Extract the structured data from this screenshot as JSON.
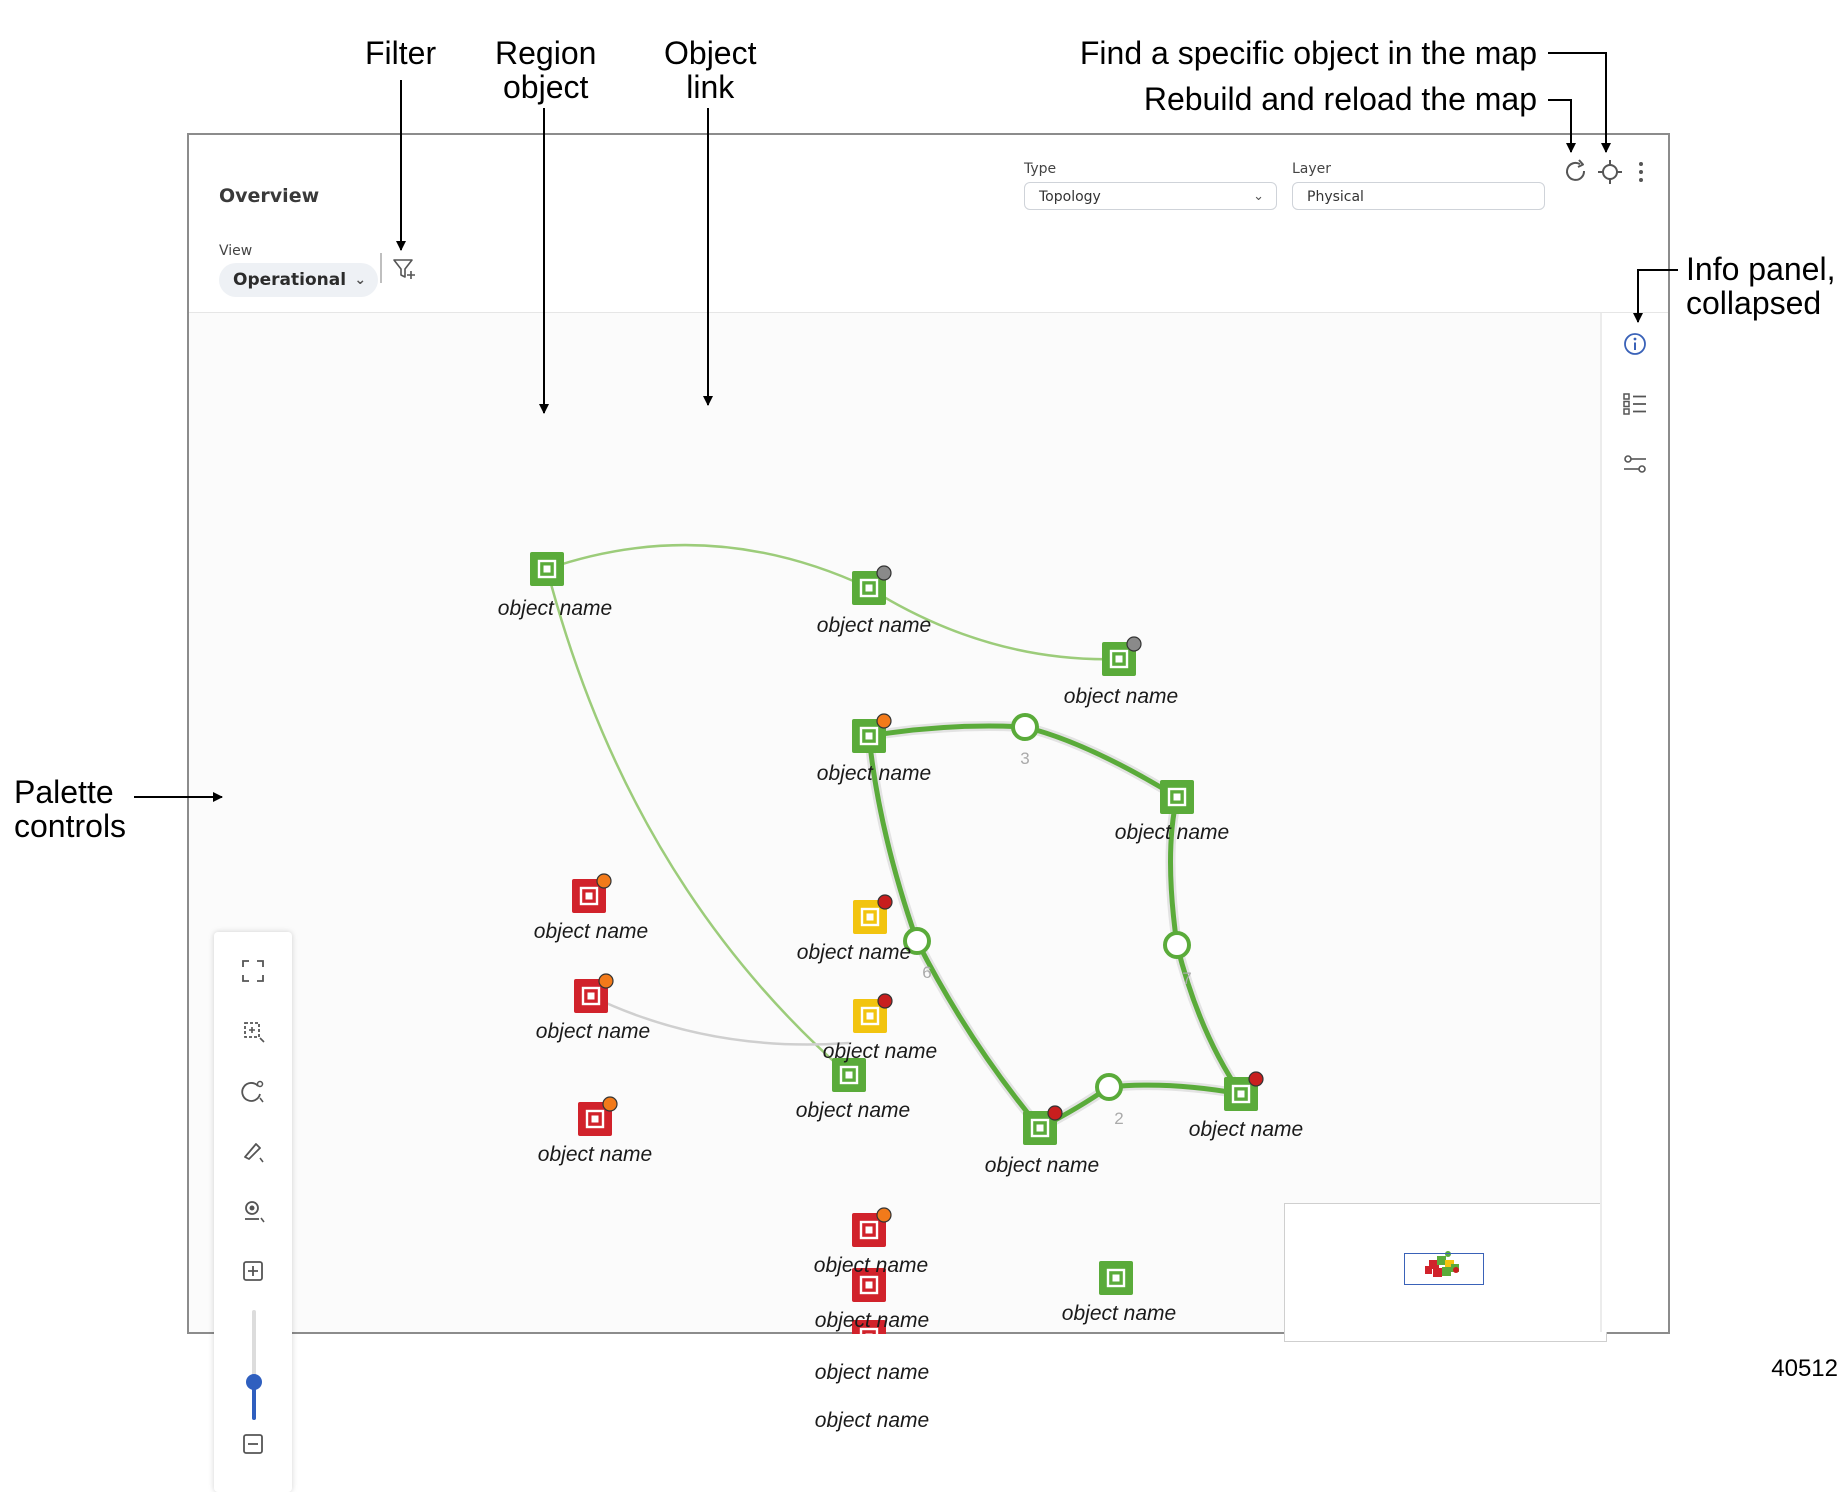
{
  "callouts": {
    "filter": "Filter",
    "region_object": "Region\nobject",
    "object_link": "Object\nlink",
    "find_object": "Find a specific object in the map",
    "rebuild": "Rebuild and reload the map",
    "info_panel": "Info panel,\ncollapsed",
    "palette_controls": "Palette\ncontrols"
  },
  "figure_id": "40512",
  "header": {
    "title": "Overview",
    "view_label": "View",
    "view_value": "Operational",
    "type_label": "Type",
    "type_value": "Topology",
    "layer_label": "Layer",
    "layer_value": "Physical"
  },
  "icons": {
    "top": [
      "refresh-icon",
      "locate-crosshair-icon",
      "more-vertical-icon"
    ],
    "side": [
      "info-icon",
      "list-icon",
      "settings-sliders-icon"
    ],
    "palette": [
      "fit-screen-icon",
      "select-region-icon",
      "lasso-select-icon",
      "edit-link-icon",
      "pin-location-icon",
      "zoom-in-icon",
      "zoom-out-icon"
    ]
  },
  "colors": {
    "ok": "#5aab3a",
    "critical": "#d1222b",
    "warning": "#f2c40f",
    "badge_orange": "#f27a1a",
    "badge_red": "#c81e1e",
    "badge_gray": "#8a8a8a",
    "accent_blue": "#2f5fbf"
  },
  "map": {
    "nodes": [
      {
        "label": "object name",
        "status": "green",
        "badge": "none"
      },
      {
        "label": "object name",
        "status": "green",
        "badge": "gray"
      },
      {
        "label": "object name",
        "status": "green",
        "badge": "gray"
      },
      {
        "label": "object name",
        "status": "green",
        "badge": "orange"
      },
      {
        "label": "object name",
        "status": "green",
        "badge": "none"
      },
      {
        "label": "object name",
        "status": "red",
        "badge": "orange"
      },
      {
        "label": "object name",
        "status": "red",
        "badge": "orange"
      },
      {
        "label": "object name",
        "status": "red",
        "badge": "orange"
      },
      {
        "label": "object name",
        "status": "yellow",
        "badge": "red"
      },
      {
        "label": "object name",
        "status": "yellow",
        "badge": "red"
      },
      {
        "label": "object name",
        "status": "green",
        "badge": "none"
      },
      {
        "label": "object name",
        "status": "green",
        "badge": "red"
      },
      {
        "label": "object name",
        "status": "green",
        "badge": "red"
      },
      {
        "label": "object name",
        "status": "red",
        "badge": "orange"
      },
      {
        "label": "object name",
        "status": "red",
        "badge": "none"
      },
      {
        "label": "object name",
        "status": "green",
        "badge": "none"
      },
      {
        "label": "object name",
        "status": "red",
        "badge": "none"
      },
      {
        "label": "object name",
        "status": "green",
        "badge": "none"
      }
    ],
    "link_counts": [
      "3",
      "6",
      "7",
      "2"
    ]
  },
  "zoom_level_fraction": 0.35
}
